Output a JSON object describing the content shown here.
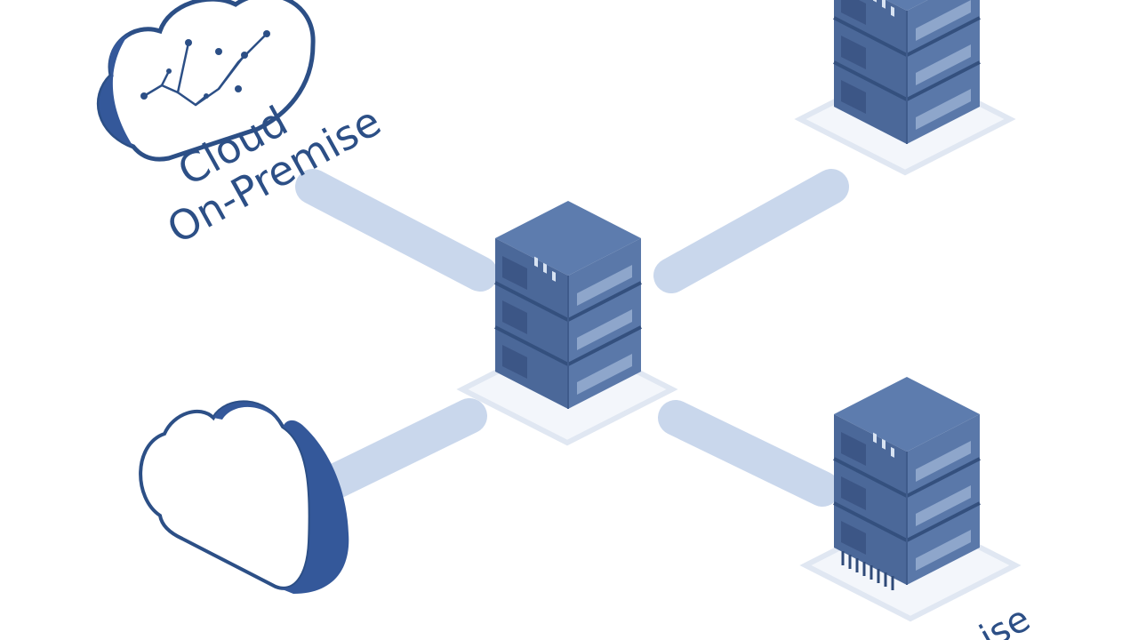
{
  "labels": {
    "cloud": "Cloud",
    "on_premise": "On-Premise",
    "partial": "ise"
  },
  "colors": {
    "primary_blue": "#34589a",
    "cloud_outline": "#2c4f86",
    "server_top": "#5877a8",
    "server_left": "#4a6798",
    "server_right": "#5a79aa",
    "panel_light": "#8ea4c8",
    "connector": "#c9d7ec",
    "base_pad": "#eef2f8",
    "background": "#ffffff"
  },
  "nodes": [
    {
      "id": "top-left-cloud",
      "type": "cloud",
      "icon": "circuit-cloud-icon"
    },
    {
      "id": "bottom-left-cloud",
      "type": "cloud",
      "icon": "cloud-icon"
    },
    {
      "id": "center-server",
      "type": "server-rack",
      "units": 3,
      "icon": "server-rack-icon"
    },
    {
      "id": "top-right-server",
      "type": "server-rack",
      "units": 3,
      "icon": "server-rack-icon"
    },
    {
      "id": "bottom-right-server",
      "type": "server-rack",
      "units": 3,
      "icon": "server-rack-icon"
    }
  ],
  "edges": [
    {
      "from": "top-left-cloud",
      "to": "center-server"
    },
    {
      "from": "center-server",
      "to": "top-right-server"
    },
    {
      "from": "bottom-left-cloud",
      "to": "center-server"
    },
    {
      "from": "center-server",
      "to": "bottom-right-server"
    }
  ]
}
